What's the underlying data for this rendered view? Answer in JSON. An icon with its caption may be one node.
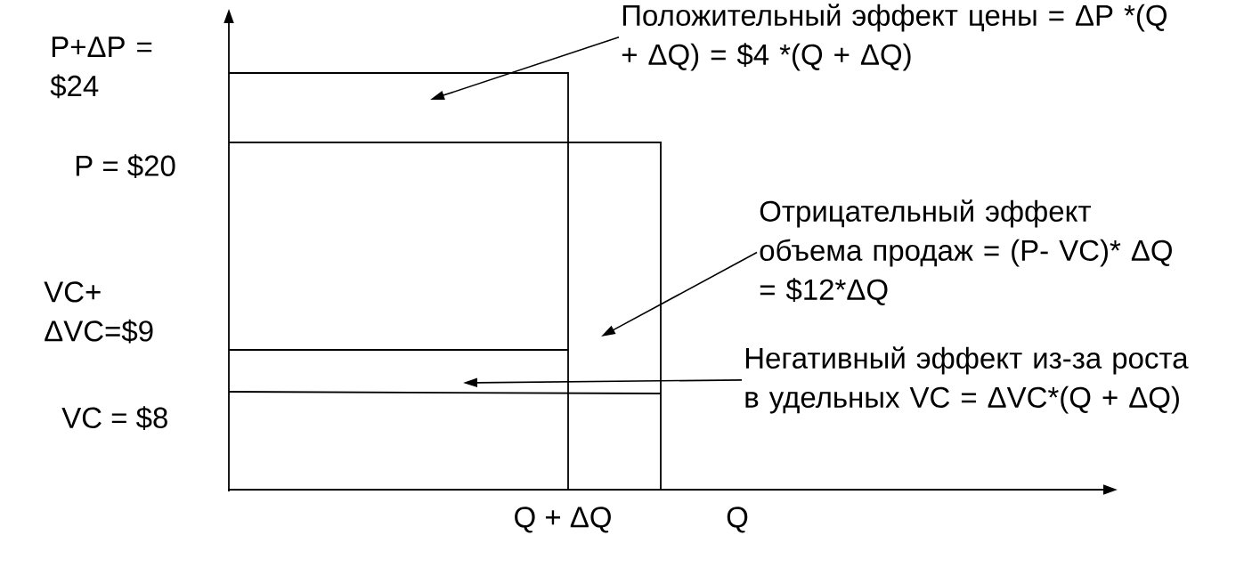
{
  "diagram": {
    "nodes": [
      {
        "text": [
          "Положительный эффект цены = ΔP *(Q + ΔQ) = $4 *(Q + ΔQ)"
        ]
      },
      {
        "text": [
          "Отрицательный эффект объема продаж = (P- VC)* ΔQ = $12*ΔQ"
        ]
      },
      {
        "text": [
          "Негативный эффект из-за роста в удельных VC = ΔVC*(Q + ΔQ)"
        ]
      }
    ],
    "edges": [
      {
        "from": 0,
        "to": null,
        "arrow": "to"
      },
      {
        "from": 1,
        "to": null,
        "arrow": "to"
      },
      {
        "from": 2,
        "to": null,
        "arrow": "to"
      }
    ],
    "labels": [
      "P+ΔP = $24",
      "P = $20",
      "VC+ ΔVC=$9",
      "VC = $8",
      "Q + ΔQ",
      "Q"
    ]
  }
}
